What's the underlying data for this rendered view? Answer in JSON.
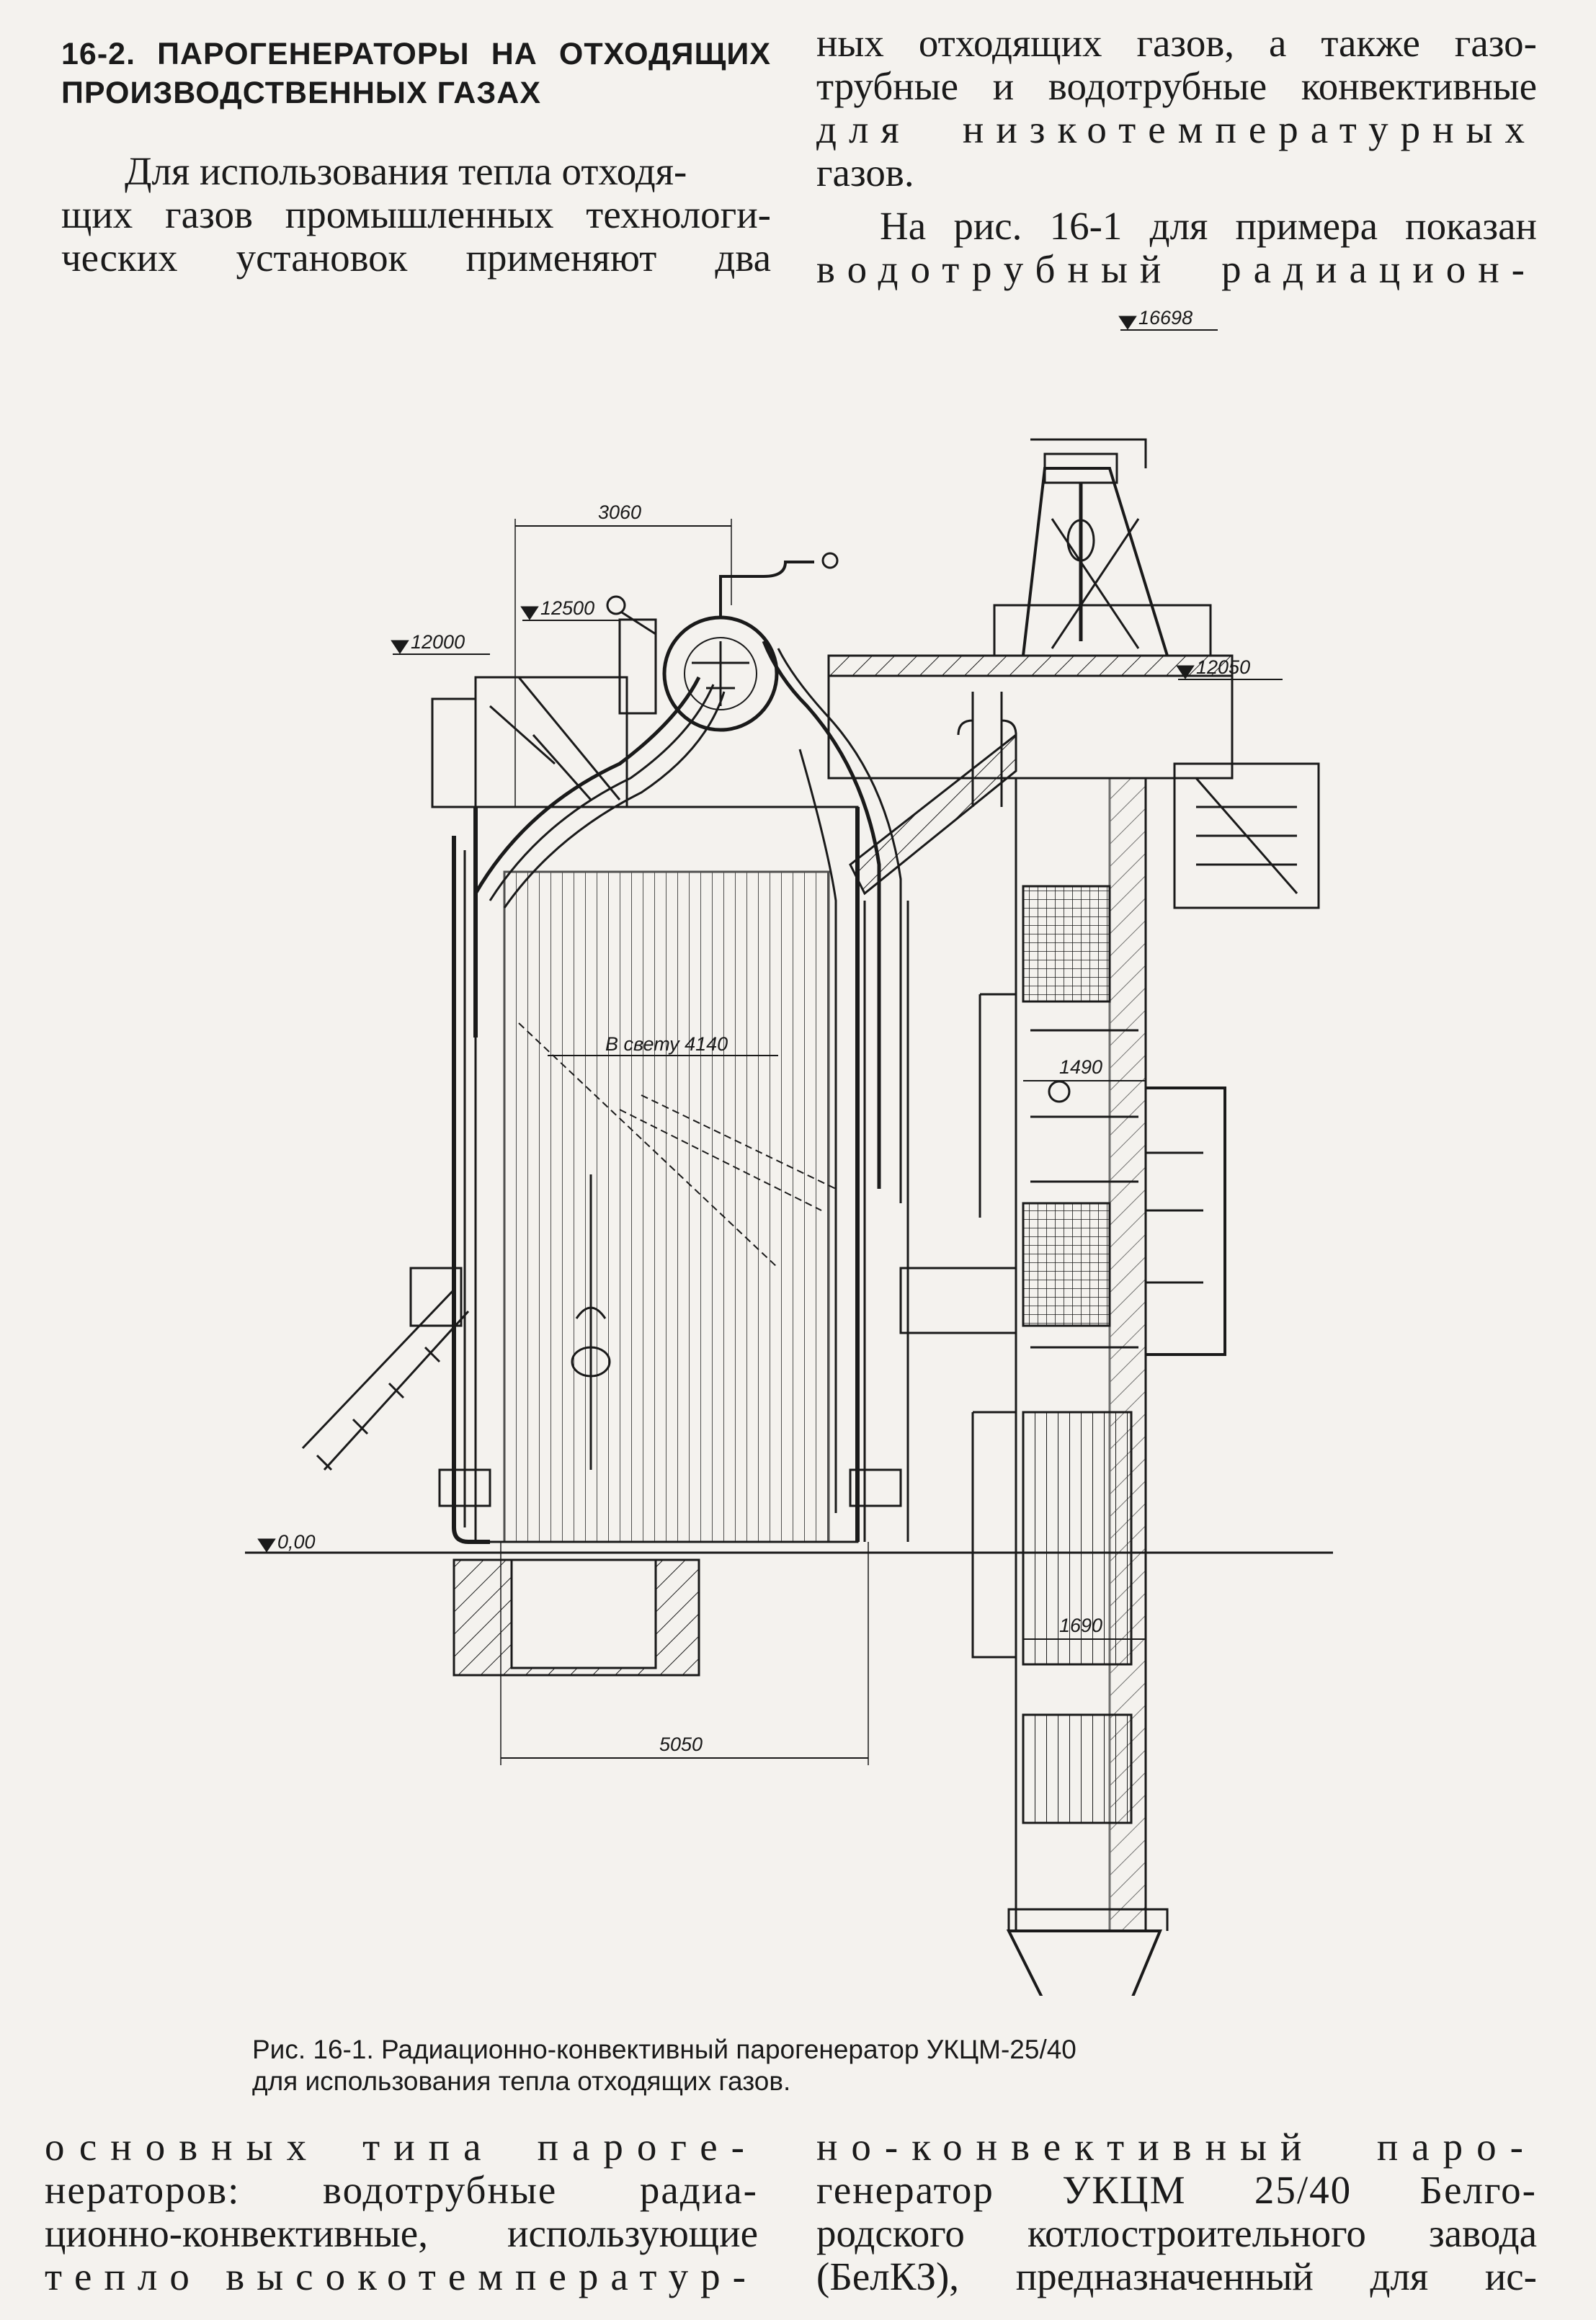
{
  "section": {
    "heading_line1": "16-2. ПАРОГЕНЕРАТОРЫ НА ОТХОДЯЩИХ",
    "heading_line2": "ПРОИЗВОДСТВЕННЫХ ГАЗАХ"
  },
  "top_left": {
    "line1": "Для использования тепла отходя-",
    "line2": "щих газов промышленных технологи-",
    "line3": "ческих установок применяют два"
  },
  "top_right": {
    "line1": "ных отходящих газов, а также газо-",
    "line2": "трубные и водотрубные конвективные",
    "line3": "для низкотемпературных",
    "line4": "газов.",
    "line5": "На рис. 16-1 для примера показан",
    "line6": "водотрубный радиацион-"
  },
  "figure": {
    "marks": {
      "m16698": "16698",
      "m12500": "12500",
      "m12000": "12000",
      "m12050": "12050",
      "m000": "0,00"
    },
    "dims": {
      "d3060": "3060",
      "d1490": "1490",
      "d4140": "В свету 4140",
      "d5050": "5050",
      "d1690": "1690"
    }
  },
  "caption": {
    "line1": "Рис. 16-1. Радиационно-конвективный парогенератор УКЦМ-25/40",
    "line2": "для использования тепла отходящих газов."
  },
  "bottom_left": {
    "line1": "основных типа пароге-",
    "line2": "нераторов: водотрубные радиа-",
    "line3": "ционно-конвективные, использующие",
    "line4": "тепло высокотемператур-"
  },
  "bottom_right": {
    "line1": "но-конвективный паро-",
    "line2": "генератор УКЦМ 25/40 Белго-",
    "line3": "родского котлостроительного завода",
    "line4": "(БелКЗ), предназначенный для ис-"
  }
}
